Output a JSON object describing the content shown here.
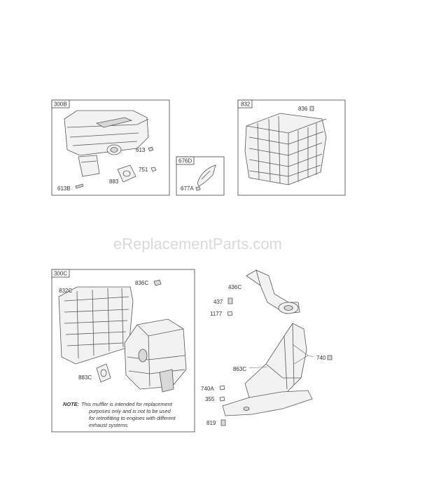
{
  "watermark": "eReplacementParts.com",
  "boxes": {
    "box_300b": "300B",
    "box_832": "832",
    "box_676d": "676D",
    "box_300c": "300C"
  },
  "labels": {
    "p613": "613",
    "p751": "751",
    "p883": "883",
    "p613b": "613B",
    "p677a": "677A",
    "p836": "836",
    "p836c": "836C",
    "p832c": "832C",
    "p883c": "883C",
    "p436c": "436C",
    "p437": "437",
    "p1177": "1177",
    "p740": "740",
    "p863c": "863C",
    "p740a": "740A",
    "p355": "355",
    "p819": "819"
  },
  "note": {
    "prefix": "NOTE:",
    "line1": "This muffler is intended for replacement",
    "line2": "purposes only and is not to be used",
    "line3": "for retrofitting to engines with different",
    "line4": "exhaust systems."
  }
}
